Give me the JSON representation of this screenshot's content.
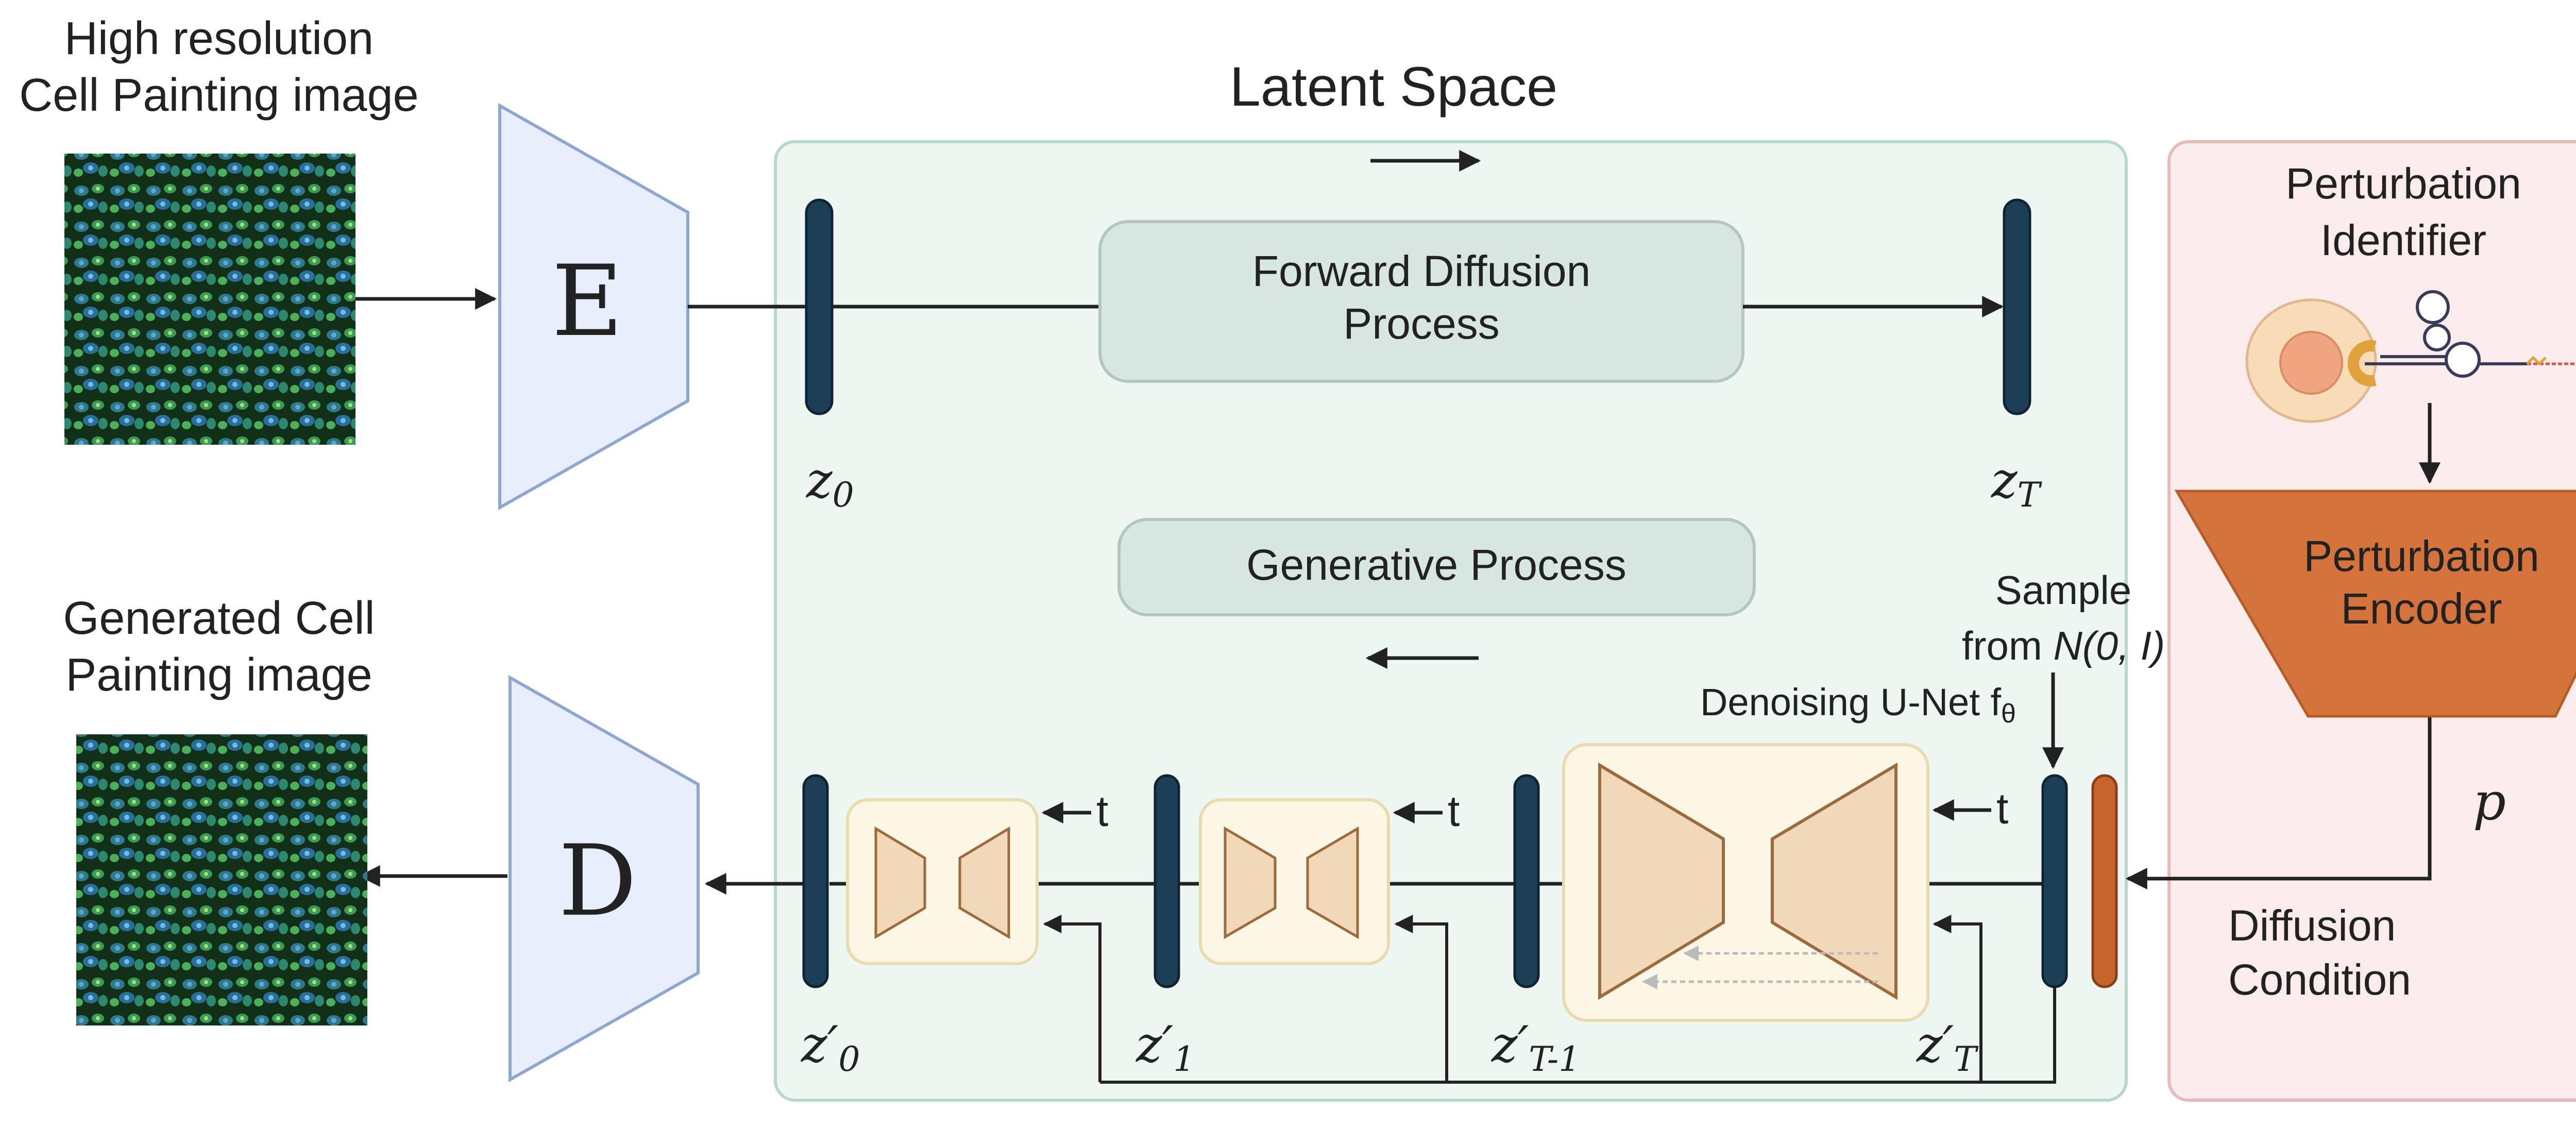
{
  "input_image": {
    "caption_line1": "High resolution",
    "caption_line2": "Cell Painting image"
  },
  "output_image": {
    "caption_line1": "Generated Cell",
    "caption_line2": "Painting image"
  },
  "encoder": {
    "label": "E"
  },
  "decoder": {
    "label": "D"
  },
  "latent_space": {
    "title": "Latent Space"
  },
  "forward_process": {
    "line1": "Forward Diffusion",
    "line2": "Process"
  },
  "generative_process": {
    "label": "Generative Process"
  },
  "latents": {
    "z0": {
      "base": "z",
      "sub": "0"
    },
    "zT": {
      "base": "z",
      "sub": "T"
    },
    "zp0": {
      "base": "z′",
      "sub": "0"
    },
    "zp1": {
      "base": "z′",
      "sub": "1"
    },
    "zpT1": {
      "base": "z′",
      "sub": "T-1"
    },
    "zpT": {
      "base": "z′",
      "sub": "T"
    }
  },
  "sample": {
    "line1": "Sample",
    "line2_prefix": "from ",
    "line2_dist": "N(0, I)"
  },
  "unet": {
    "label": "Denoising U-Net f",
    "sub": "θ"
  },
  "timestep": {
    "label": "t"
  },
  "perturbation": {
    "identifier_line1": "Perturbation",
    "identifier_line2": "Identifier",
    "encoder_line1": "Perturbation",
    "encoder_line2": "Encoder",
    "symbol": "p",
    "condition_line1": "Diffusion",
    "condition_line2": "Condition"
  },
  "colors": {
    "latent_bg": "#eef6f2",
    "latent_border": "#b8d8cc",
    "pert_bg": "#fbecec",
    "pert_border": "#e8b9b9",
    "encoder_fill": "#e8eefb",
    "encoder_stroke": "#8ea6d2",
    "bar_fill": "#1d3f55",
    "bar_orange": "#c8652d",
    "process_box": "#d8e6e1",
    "unet_bg": "#fcf6e4",
    "unet_trap": "#f0d8b8",
    "pert_encoder": "#d4733b"
  }
}
